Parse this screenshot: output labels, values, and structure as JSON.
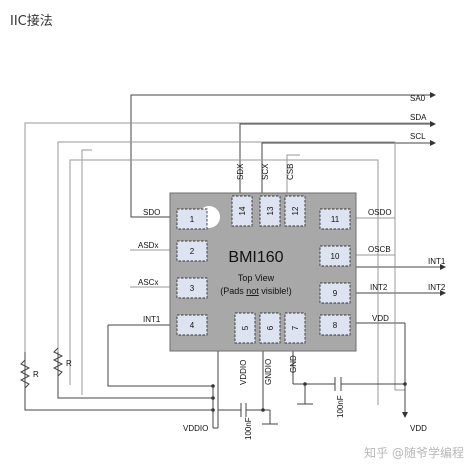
{
  "heading": "IIC接法",
  "chip": {
    "name": "BMI160",
    "view_line1": "Top View",
    "view_line2_pre": "(Pads ",
    "view_line2_em": "not",
    "view_line2_post": " visible!)"
  },
  "pins": {
    "sdo": "SDO",
    "asdx": "ASDx",
    "ascx": "ASCx",
    "int1": "INT1",
    "sdx": "SDX",
    "scx": "SCX",
    "csb": "CSB",
    "osdo": "OSDO",
    "oscb": "OSCB",
    "int2": "INT2",
    "vdd": "VDD",
    "vddio": "VDDIO",
    "gndio": "GNDIO",
    "gnd": "GND"
  },
  "pads": [
    "1",
    "2",
    "3",
    "4",
    "5",
    "6",
    "7",
    "8",
    "9",
    "10",
    "11",
    "12",
    "13",
    "14"
  ],
  "nets": {
    "sa0": "SA0",
    "sda": "SDA",
    "scl": "SCL",
    "int1": "INT1",
    "int2": "INT2",
    "vddio": "VDDIO",
    "vdd": "VDD",
    "r1": "R",
    "r2": "R",
    "cap1": "100nF",
    "cap2": "100nF"
  },
  "watermark": "知乎 @随爷学编程"
}
